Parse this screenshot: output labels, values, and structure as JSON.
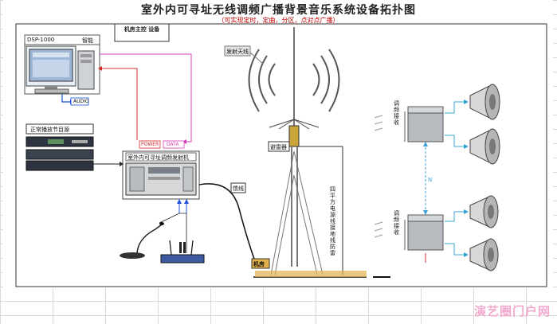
{
  "diagram": {
    "title": "室外内可寻址无线调频广播背景音乐系统设备拓扑图",
    "subtitle": "（可实现定时，定曲，分区，点对点广播）",
    "labels": {
      "machine_room": "机房主控 设备",
      "dsp_model": "DSP-1000",
      "dsp_suffix": "智能",
      "audio": "AUDIO",
      "tuner": "正常播放节目源",
      "power": "POWER",
      "data": "DATA",
      "controller": "室外内可寻址调频发射机",
      "feeder": "馈线",
      "antenna_tag": "发射天线",
      "lightning": "避雷器",
      "mast_note": "四平方电源线接地线防雷",
      "basement": "机房",
      "receiver_top": "调频接收",
      "receiver_bottom": "调频接收",
      "n_mark": "N"
    }
  }
}
